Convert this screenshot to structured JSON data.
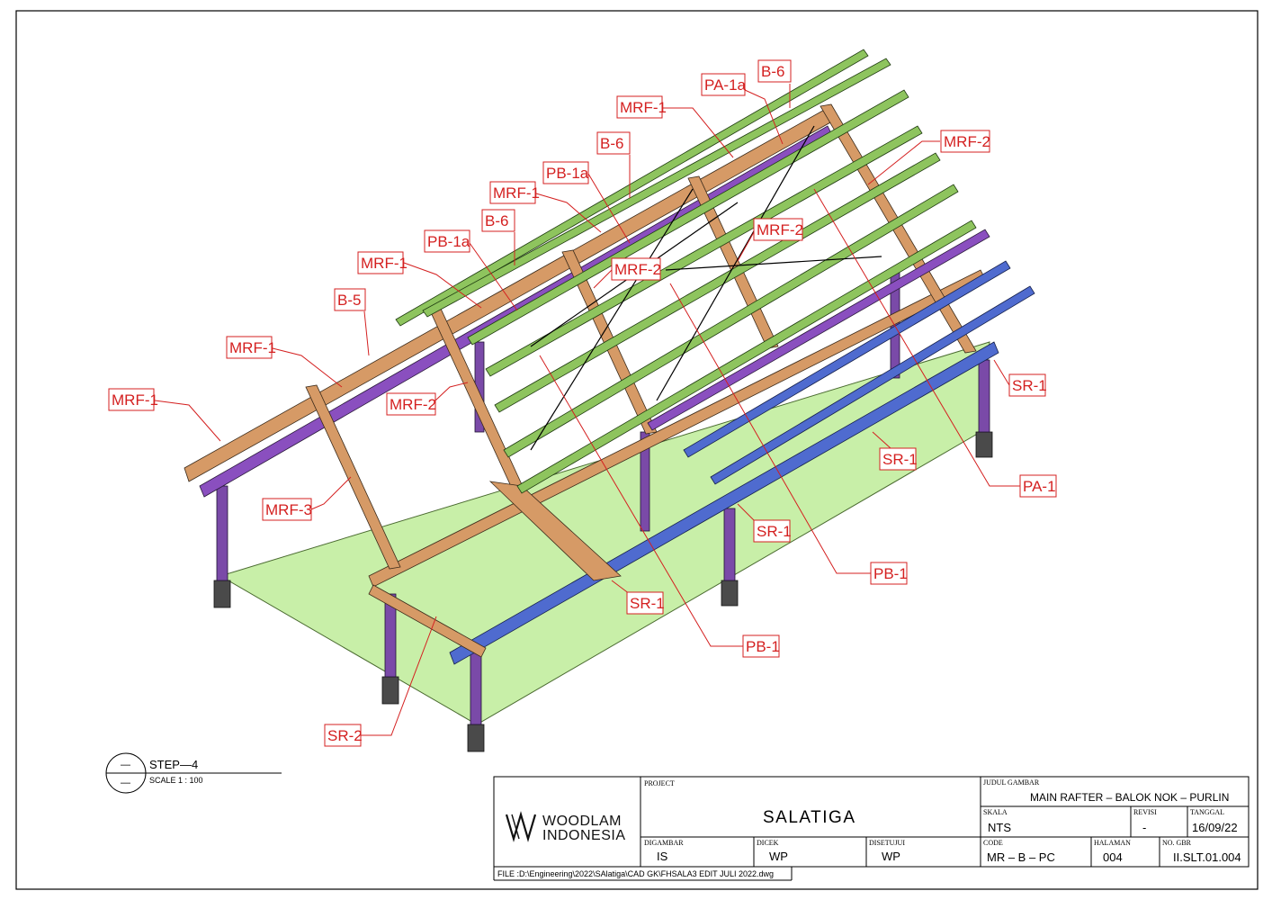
{
  "callouts": [
    {
      "text": "PA-1a"
    },
    {
      "text": "B-6"
    },
    {
      "text": "MRF-1"
    },
    {
      "text": "MRF-2"
    },
    {
      "text": "B-6"
    },
    {
      "text": "PB-1a"
    },
    {
      "text": "MRF-1"
    },
    {
      "text": "B-6"
    },
    {
      "text": "MRF-2"
    },
    {
      "text": "PB-1a"
    },
    {
      "text": "MRF-1"
    },
    {
      "text": "MRF-2"
    },
    {
      "text": "B-5"
    },
    {
      "text": "MRF-1"
    },
    {
      "text": "MRF-2"
    },
    {
      "text": "MRF-1"
    },
    {
      "text": "SR-1"
    },
    {
      "text": "SR-1"
    },
    {
      "text": "PA-1"
    },
    {
      "text": "MRF-3"
    },
    {
      "text": "SR-1"
    },
    {
      "text": "PB-1"
    },
    {
      "text": "SR-1"
    },
    {
      "text": "PB-1"
    },
    {
      "text": "SR-2"
    }
  ],
  "step": {
    "symbol": "—",
    "title": "STEP—4",
    "scale": "SCALE  1 : 100"
  },
  "title_block": {
    "logo_line1": "WOODLAM",
    "logo_line2": "INDONESIA",
    "project_label": "PROJECT",
    "project": "SALATIGA",
    "judul_label": "JUDUL GAMBAR",
    "judul": "MAIN RAFTER – BALOK NOK – PURLIN",
    "skala_label": "SKALA",
    "skala": "NTS",
    "revisi_label": "REVISI",
    "revisi": "-",
    "tanggal_label": "TANGGAL",
    "tanggal": "16/09/22",
    "digambar_label": "DIGAMBAR",
    "digambar": "IS",
    "dicek_label": "DICEK",
    "dicek": "WP",
    "disetujui_label": "DISETUJUI",
    "disetujui": "WP",
    "code_label": "CODE",
    "code": "MR – B – PC",
    "halaman_label": "HALAMAN",
    "halaman": "004",
    "nogbr_label": "NO. GBR",
    "nogbr": "II.SLT.01.004",
    "file": "FILE :D:\\Engineering\\2022\\SAlatiga\\CAD GK\\FHSALA3 EDIT JULI 2022.dwg"
  }
}
